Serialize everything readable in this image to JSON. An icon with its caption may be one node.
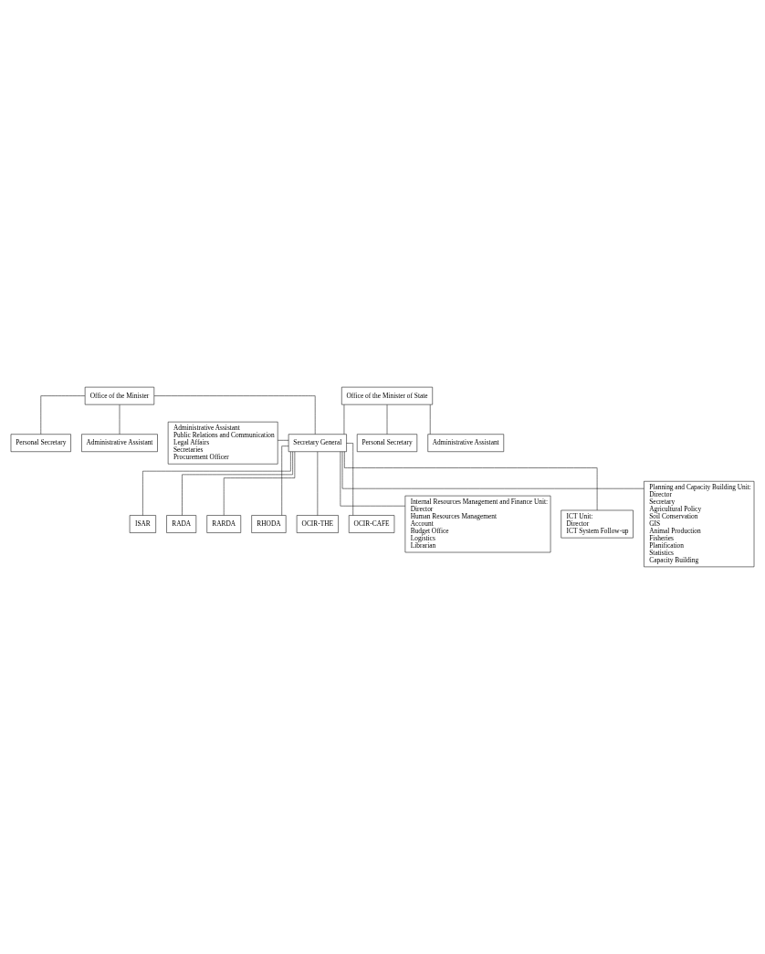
{
  "diagram": {
    "nodes": [
      {
        "text": [
          "Office of the Minister"
        ]
      },
      {
        "text": [
          "Office of the Minister of State"
        ]
      },
      {
        "text": [
          "Personal Secretary"
        ]
      },
      {
        "text": [
          "Administrative Assistant"
        ]
      },
      {
        "text": [
          "Personal Secretary"
        ]
      },
      {
        "text": [
          "Administrative Assistant"
        ]
      },
      {
        "text": [
          "Administrative Assistant",
          "Public Relations and Communication",
          "Legal Affairs",
          "Secretaries",
          "Procurement Officer"
        ]
      },
      {
        "text": [
          "Secretary General"
        ]
      },
      {
        "text": [
          "ISAR"
        ]
      },
      {
        "text": [
          "RADA"
        ]
      },
      {
        "text": [
          "RARDA"
        ]
      },
      {
        "text": [
          "RHODA"
        ]
      },
      {
        "text": [
          "OCIR-THE"
        ]
      },
      {
        "text": [
          "OCIR-CAFE"
        ]
      },
      {
        "text": [
          "Internal Resources Management and Finance Unit:",
          "Director",
          "Human Resources Management",
          "Account",
          "Budget Office",
          "Logistics",
          "Librarian"
        ]
      },
      {
        "text": [
          "ICT Unit:",
          "Director",
          "ICT System Follow-up"
        ]
      },
      {
        "text": [
          "Planning and Capacity Building Unit:",
          "Director",
          "Secretary",
          "Agricultural Policy",
          "Soil Conservation",
          "GIS",
          "Animal Production",
          "Fisheries",
          "Planification",
          "Statistics",
          "Capacity Building"
        ]
      }
    ],
    "edges": [
      {
        "from": 0,
        "to": 7,
        "arrow": "none"
      },
      {
        "from": 1,
        "to": 7,
        "arrow": "none"
      },
      {
        "from": 0,
        "to": 2,
        "arrow": "none"
      },
      {
        "from": 0,
        "to": 3,
        "arrow": "none"
      },
      {
        "from": 1,
        "to": 4,
        "arrow": "none"
      },
      {
        "from": 1,
        "to": 5,
        "arrow": "none"
      },
      {
        "from": 6,
        "to": 7,
        "arrow": "none"
      },
      {
        "from": 7,
        "to": 8,
        "arrow": "none"
      },
      {
        "from": 7,
        "to": 9,
        "arrow": "none"
      },
      {
        "from": 7,
        "to": 10,
        "arrow": "none"
      },
      {
        "from": 7,
        "to": 11,
        "arrow": "none"
      },
      {
        "from": 7,
        "to": 12,
        "arrow": "none"
      },
      {
        "from": 7,
        "to": 13,
        "arrow": "none"
      },
      {
        "from": 7,
        "to": 14,
        "arrow": "none"
      },
      {
        "from": 7,
        "to": 15,
        "arrow": "none"
      },
      {
        "from": 7,
        "to": 16,
        "arrow": "none"
      }
    ]
  }
}
